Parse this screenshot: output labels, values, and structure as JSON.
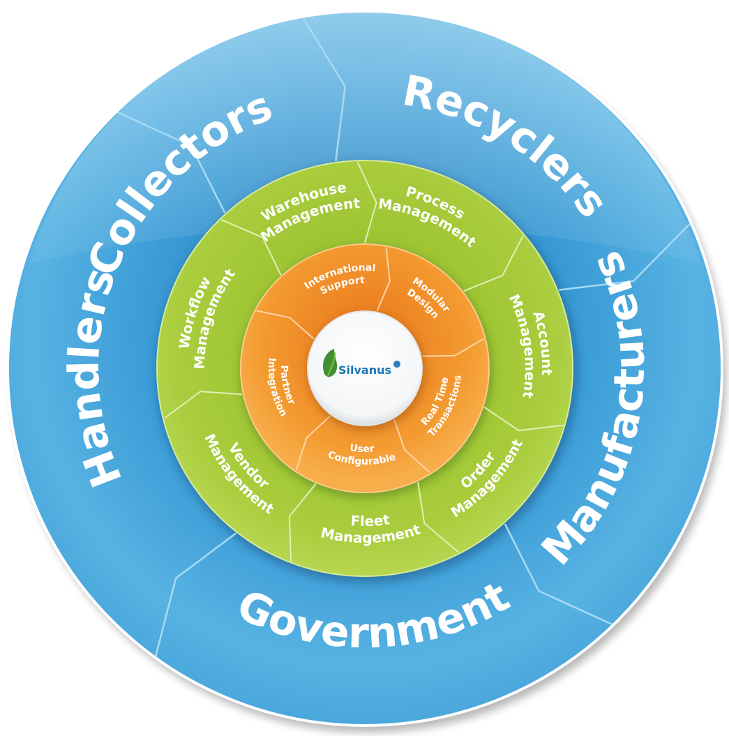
{
  "center": {
    "logo_text": "Silvanus"
  },
  "outer_ring": [
    {
      "label": "Collectors",
      "angle": -45
    },
    {
      "label": "Recyclers",
      "angle": 32
    },
    {
      "label": "Manufacturers",
      "angle": 100
    },
    {
      "label": "Government",
      "angle": 178
    },
    {
      "label": "Handlers",
      "angle": 268
    }
  ],
  "middle_ring": [
    {
      "label": [
        "Warehouse",
        "Management"
      ],
      "angle": -20
    },
    {
      "label": [
        "Process",
        "Management"
      ],
      "angle": 23
    },
    {
      "label": [
        "Account",
        "Management"
      ],
      "angle": 82
    },
    {
      "label": [
        "Order",
        "Management"
      ],
      "angle": 132
    },
    {
      "label": [
        "Fleet",
        "Management"
      ],
      "angle": 178
    },
    {
      "label": [
        "Vendor",
        "Management"
      ],
      "angle": 230
    },
    {
      "label": [
        "Workflow",
        "Management"
      ],
      "angle": 288
    }
  ],
  "inner_ring": [
    {
      "label": [
        "International",
        "Support"
      ],
      "angle": -15
    },
    {
      "label": [
        "Modular",
        "Design"
      ],
      "angle": 42
    },
    {
      "label": [
        "Real Time",
        "Transactions"
      ],
      "angle": 115
    },
    {
      "label": [
        "User",
        "Configurable"
      ],
      "angle": 182
    },
    {
      "label": [
        "Partner",
        "Integration"
      ],
      "angle": 258
    }
  ],
  "colors": {
    "outer": "#4ea9dc",
    "outer_dark": "#2e8bc7",
    "middle": "#a8cc3c",
    "middle_light": "#bcd95a",
    "inner": "#f39a30",
    "inner_light": "#f7b457",
    "center": "#ffffff"
  }
}
